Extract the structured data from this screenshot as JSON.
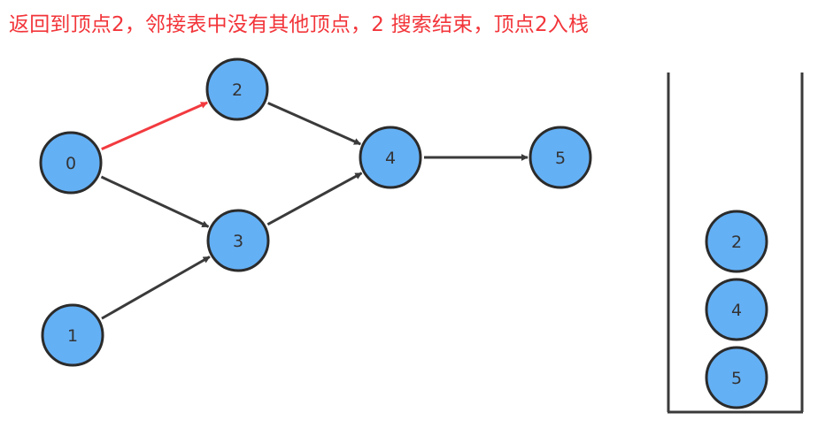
{
  "caption": "返回到顶点2，邻接表中没有其他顶点，2 搜索结束，顶点2入栈",
  "colors": {
    "node_fill": "#64b0f5",
    "node_stroke": "#2b2b2b",
    "edge_default": "#3a3a3a",
    "edge_highlight": "#f23a3f",
    "caption": "#f2353a"
  },
  "graph": {
    "nodes": [
      {
        "id": "0",
        "label": "0"
      },
      {
        "id": "1",
        "label": "1"
      },
      {
        "id": "2",
        "label": "2"
      },
      {
        "id": "3",
        "label": "3"
      },
      {
        "id": "4",
        "label": "4"
      },
      {
        "id": "5",
        "label": "5"
      }
    ],
    "edges": [
      {
        "from": "0",
        "to": "2",
        "highlight": true
      },
      {
        "from": "0",
        "to": "3",
        "highlight": false
      },
      {
        "from": "1",
        "to": "3",
        "highlight": false
      },
      {
        "from": "2",
        "to": "4",
        "highlight": false
      },
      {
        "from": "3",
        "to": "4",
        "highlight": false
      },
      {
        "from": "4",
        "to": "5",
        "highlight": false
      }
    ]
  },
  "stack": {
    "items": [
      "2",
      "4",
      "5"
    ]
  }
}
